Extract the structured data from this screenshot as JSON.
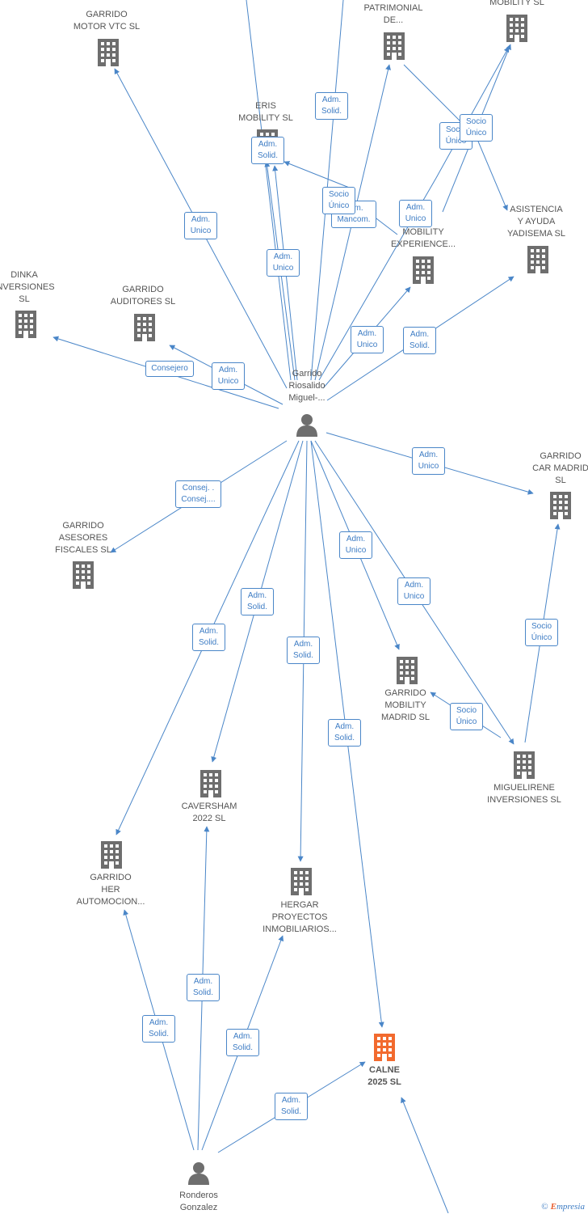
{
  "colors": {
    "edge": "#4a86c8",
    "building": "#6e6e6e",
    "highlight": "#f26a2e",
    "person": "#6e6e6e"
  },
  "nodes": {
    "garrido_motor_vtc": "GARRIDO\nMOTOR VTC  SL",
    "patrimonial": "PATRIMONIAL\nDE...",
    "mobility_top": "MOBILITY  SL",
    "eris_mobility": "ERIS\nMOBILITY  SL",
    "asistencia": "ASISTENCIA\nY AYUDA\nYADISEMA  SL",
    "mobility_experience": "MOBILITY\nEXPERIENCE...",
    "dinka": "DINKA\nINVERSIONES\nSL",
    "garrido_auditores": "GARRIDO\nAUDITORES SL",
    "garrido_riosalido": "Garrido\nRiosalido\nMiguel-...",
    "garrido_car_madrid": "GARRIDO\nCAR MADRID\nSL",
    "garrido_asesores": "GARRIDO\nASESORES\nFISCALES  SL",
    "garrido_mobility_madrid": "GARRIDO\nMOBILITY\nMADRID  SL",
    "miguelirene": "MIGUELIRENE\nINVERSIONES SL",
    "caversham": "CAVERSHAM\n2022  SL",
    "garrido_her": "GARRIDO\nHER\nAUTOMOCION...",
    "hergar": "HERGAR\nPROYECTOS\nINMOBILIARIOS...",
    "calne": "CALNE\n2025  SL",
    "ronderos": "Ronderos\nGonzalez"
  },
  "edge_labels": {
    "e1": "Adm.\nSolid.",
    "e2": "Adm.\nSolid.",
    "e3": "Socio\nÚnico",
    "e4": "Socio\nÚnico",
    "e5": "Socio\nÚnico",
    "e6": "Adm.\nMancom.",
    "e7": "Adm.\nUnico",
    "e8": "Adm.\nUnico",
    "e9": "Adm.\nUnico",
    "e10": "Adm.\nUnico",
    "e11": "Adm.\nSolid.",
    "e12": "Consejero",
    "e13": "Adm.\nUnico",
    "e14": "Adm.\nUnico",
    "e15": "Consej. .\nConsej....",
    "e16": "Adm.\nUnico",
    "e17": "Adm.\nUnico",
    "e18": "Socio\nÚnico",
    "e19": "Socio\nÚnico",
    "e20": "Adm.\nSolid.",
    "e21": "Adm.\nSolid.",
    "e22": "Adm.\nSolid.",
    "e23": "Adm.\nSolid.",
    "e24": "Adm.\nSolid.",
    "e25": "Adm.\nSolid.",
    "e26": "Adm.\nSolid.",
    "e27": "Adm.\nSolid."
  },
  "logo": {
    "copyright": "©",
    "brand_initial": "E",
    "brand_rest": "mpresia"
  }
}
